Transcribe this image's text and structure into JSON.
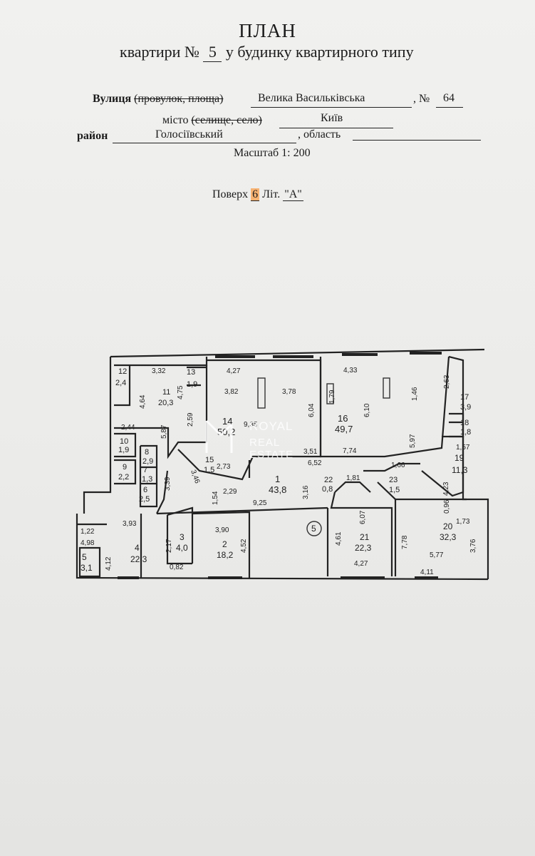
{
  "header": {
    "title": "ПЛАН",
    "subtitle_prefix": "квартири  №",
    "apartment_no": "5",
    "subtitle_suffix": "у будинку квартирного типу"
  },
  "address": {
    "street_label": "Вулиця",
    "street_label_struck": "(провулок, площа)",
    "street_value": "Велика Васильківська",
    "number_label": ", №",
    "number_value": "64",
    "city_label": "місто",
    "city_label_struck": "(селище, село)",
    "city_value": "Київ",
    "district_label": "район",
    "district_value": "Голосіївський",
    "region_label": ", область",
    "region_value": ""
  },
  "scale": "Масштаб 1: 200",
  "floor": {
    "label": "Поверх",
    "value": "6",
    "letter_label": "Літ.",
    "letter_value": "\"А\""
  },
  "watermark": {
    "line1": "ROYAL",
    "line2": "REAL ESTATE"
  },
  "plan": {
    "apartment_marker": "5",
    "rooms": [
      {
        "no": "1",
        "area": "43,8"
      },
      {
        "no": "2",
        "area": "18,2"
      },
      {
        "no": "3",
        "area": "4,0"
      },
      {
        "no": "4",
        "area": "22,3"
      },
      {
        "no": "5",
        "area": "3,1"
      },
      {
        "no": "6",
        "area": "2,5"
      },
      {
        "no": "7",
        "area": "1,3"
      },
      {
        "no": "8",
        "area": "2,9"
      },
      {
        "no": "9",
        "area": "2,2"
      },
      {
        "no": "10",
        "area": "1,9"
      },
      {
        "no": "11",
        "area": "20,3"
      },
      {
        "no": "12",
        "area": "2,4"
      },
      {
        "no": "13",
        "area": "1,9"
      },
      {
        "no": "14",
        "area": "50,2"
      },
      {
        "no": "15",
        "area": "1,5"
      },
      {
        "no": "16",
        "area": "49,7"
      },
      {
        "no": "17",
        "area": "3,9"
      },
      {
        "no": "18",
        "area": "1,8"
      },
      {
        "no": "19",
        "area": "11,3"
      },
      {
        "no": "20",
        "area": "32,3"
      },
      {
        "no": "21",
        "area": "22,3"
      },
      {
        "no": "22",
        "area": "0,8"
      },
      {
        "no": "23",
        "area": "1,5"
      }
    ],
    "dims": [
      "3,32",
      "4,64",
      "4,75",
      "4,27",
      "3,82",
      "3,78",
      "9,35",
      "2,59",
      "6,04",
      "1,79",
      "4,33",
      "1,46",
      "6,10",
      "2,63",
      "2,44",
      "5,87",
      "3,46",
      "2,73",
      "3,39",
      "2,29",
      "1,54",
      "9,25",
      "3,16",
      "6,52",
      "3,51",
      "7,74",
      "5,97",
      "1,57",
      "1,66",
      "1,81",
      "4,23",
      "0,96",
      "3,93",
      "4,98",
      "1,22",
      "4,12",
      "0,82",
      "2,17",
      "3,90",
      "4,52",
      "6,07",
      "4,61",
      "4,27",
      "7,78",
      "1,73",
      "3,76",
      "5,77",
      "4,11"
    ]
  }
}
